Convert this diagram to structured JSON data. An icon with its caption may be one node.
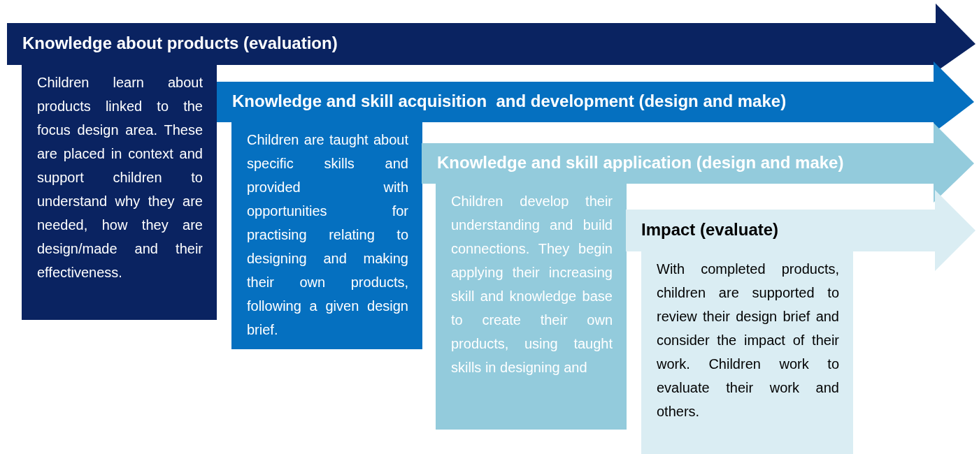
{
  "diagram": {
    "nodes": [
      {
        "text": [
          "Knowledge about products (evaluation)"
        ]
      },
      {
        "text": [
          "Children learn about products linked to the focus design area. These are placed in context and support children to understand why they are needed, how they are design/made and their effectiveness."
        ]
      },
      {
        "text": [
          "Knowledge and skill acquisition  and development (design and make)"
        ]
      },
      {
        "text": [
          "Children are taught about specific skills and provided with opportunities for practising relating to designing and making their own products, following a given design brief."
        ]
      },
      {
        "text": [
          "Knowledge and skill application (design and make)"
        ]
      },
      {
        "text": [
          "Children develop their understanding and build connections. They begin applying their increasing skill and knowledge base to create their own products, using taught skills in designing and"
        ]
      },
      {
        "text": [
          "Impact (evaluate)"
        ]
      },
      {
        "text": [
          "With completed products, children are supported to review their design brief and consider the impact of their work. Children work to evaluate their work and others."
        ]
      }
    ]
  }
}
